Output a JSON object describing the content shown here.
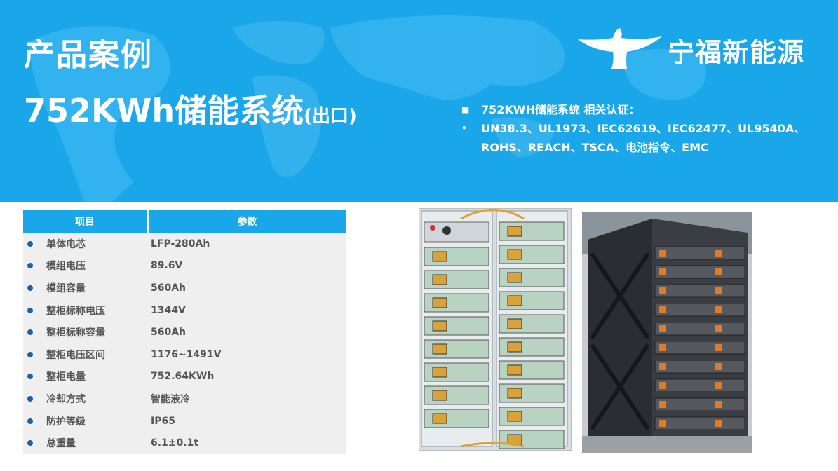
{
  "header": {
    "title": "产品案例",
    "product_main": "752KWh储能系统",
    "product_suffix": "(出口)",
    "brand_name": "宁福新能源",
    "brand_logo_icon": "eagle-icon"
  },
  "certifications": {
    "heading": "752KWH储能系统 相关认证：",
    "line1": "UN38.3、UL1973、IEC62619、IEC62477、UL9540A、",
    "line2": "ROHS、REACH、TSCA、电池指令、EMC"
  },
  "spec_table": {
    "headers": [
      "项目",
      "参数"
    ],
    "rows": [
      {
        "item": "单体电芯",
        "value": "LFP-280Ah"
      },
      {
        "item": "模组电压",
        "value": "89.6V"
      },
      {
        "item": "模组容量",
        "value": "560Ah"
      },
      {
        "item": "整柜标称电压",
        "value": "1344V"
      },
      {
        "item": "整柜标称容量",
        "value": "560Ah"
      },
      {
        "item": "整柜电压区间",
        "value": "1176~1491V"
      },
      {
        "item": "整柜电量",
        "value": "752.64KWh"
      },
      {
        "item": "冷却方式",
        "value": "智能液冷"
      },
      {
        "item": "防护等级",
        "value": "IP65"
      },
      {
        "item": "总重量",
        "value": "6.1±0.1t"
      }
    ]
  },
  "colors": {
    "banner": "#1aa7ea",
    "table_header": "#1aa7ea",
    "table_body": "#efefef",
    "bullet": "#1f5fa8"
  }
}
